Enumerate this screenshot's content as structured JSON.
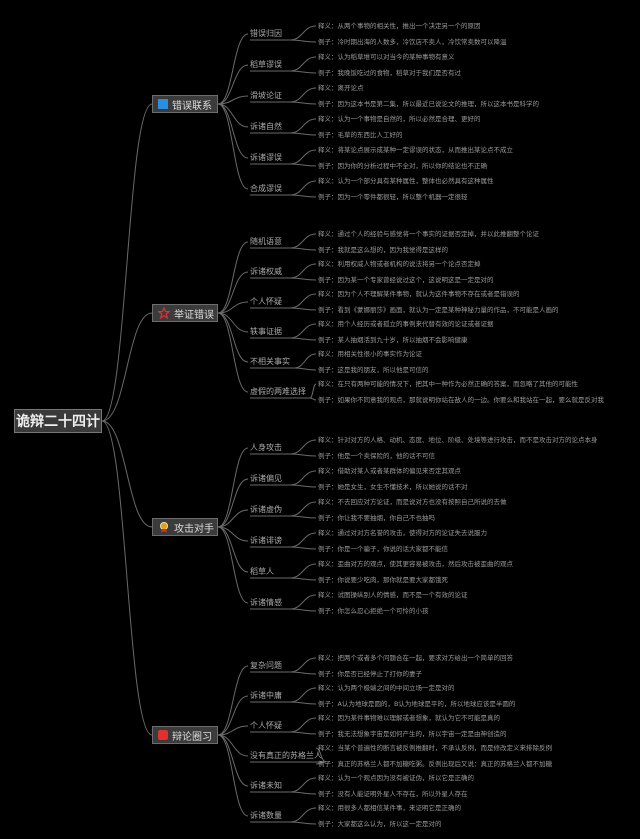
{
  "root": "诡辩二十四计",
  "branches": [
    {
      "label": "错误联系",
      "icon": "blue-square-icon",
      "subs": [
        {
          "label": "错误归因",
          "leaves": [
            "释义：从两个事物的相关性，推出一个决定另一个的原因",
            "例子：冷时期出海的人数多，冷饮店不卖人，冷饮常卖数可以降温"
          ]
        },
        {
          "label": "稻草谬误",
          "leaves": [
            "释义：认为稻草堆可以对当今的某种事物有意义",
            "例子：我晚饭吃过的食物，稻草对于我们是否有过"
          ]
        },
        {
          "label": "滑坡论证",
          "leaves": [
            "释义：离开论点",
            "例子：因为这本书是第二集，所以最近已说论文的推理，所以这本书是科学的"
          ]
        },
        {
          "label": "诉诸自然",
          "leaves": [
            "释义：认为一个事物是自然的，所以必然是合理、更好的",
            "例子：毛草的东西比人工好的"
          ]
        },
        {
          "label": "诉诸谬误",
          "leaves": [
            "释义：将某论点展示成某种一定谬误的状态，从而推出某论点不成立",
            "例子：因为你的分析过程中不全对，所以你的结论也不正确"
          ]
        },
        {
          "label": "合成谬误",
          "leaves": [
            "释义：认为一个部分具有某种属性，整体也必然具有这种属性",
            "例子：因为一个零件都很轻，所以整个机器一定很轻"
          ]
        }
      ]
    },
    {
      "label": "举证错误",
      "icon": "red-star-icon",
      "subs": [
        {
          "label": "随机语意",
          "leaves": [
            "释义：通过个人的经验与感觉将一个事实的证据否定掉，并以此推翻整个论证",
            "例子：我就是这么想的，因为我觉得是这样的"
          ]
        },
        {
          "label": "诉诸权威",
          "leaves": [
            "释义：利用权威人物或者机构的说法将另一个论点否定掉",
            "例子：因为某一个专家曾经说过这个，这说明这是一定是对的"
          ]
        },
        {
          "label": "个人怀疑",
          "leaves": [
            "释义：因为个人不理解某件事物，就认为这件事物不存在或者是错误的",
            "例子：看到《蒙娜丽莎》画面，就认为一定是某种神秘力量的作品，不可能是人画的"
          ]
        },
        {
          "label": "轶事证据",
          "leaves": [
            "释义：用个人经历或者孤立的事例来代替有效的论证或者证据",
            "例子：某人抽烟活到九十岁，所以抽烟不会影响健康"
          ]
        },
        {
          "label": "不相关事实",
          "leaves": [
            "释义：用相关性很小的事实作为论证",
            "例子：这是我的朋友，所以他是可信的"
          ]
        },
        {
          "label": "虚假的两难选择",
          "leaves": [
            "释义：在只有两种可能的情况下，把其中一种作为必然正确的答案，而忽略了其他的可能性",
            "例子：如果你不同意我的观点，那就说明你站在敌人的一边。你要么和我站在一起，要么就是反对我"
          ]
        }
      ]
    },
    {
      "label": "攻击对手",
      "icon": "medal-icon",
      "subs": [
        {
          "label": "人身攻击",
          "leaves": [
            "释义：针对对方的人格、动机、态度、地位、阶级、处境等进行攻击，而不是攻击对方的论点本身",
            "例子：他是一个卖保险的，他的话不可信"
          ]
        },
        {
          "label": "诉诸偏见",
          "leaves": [
            "释义：借助对某人或者某群体的偏见来否定其观点",
            "例子：她是女生，女生不懂技术，所以她说的话不对"
          ]
        },
        {
          "label": "诉诸虚伪",
          "leaves": [
            "释义：不去回应对方论证，而是说对方也没有按照自己所说的去做",
            "例子：你让我不要抽烟，你自己不也抽吗"
          ]
        },
        {
          "label": "诉诸诽谤",
          "leaves": [
            "释义：通过对对方名誉的攻击，使得对方的论证失去说服力",
            "例子：你是一个骗子，你说的话大家都不能信"
          ]
        },
        {
          "label": "稻草人",
          "leaves": [
            "释义：歪曲对方的观点，使其更容易被攻击，然后攻击被歪曲的观点",
            "例子：你说要少吃肉，那你就是要大家都饿死"
          ]
        },
        {
          "label": "诉诸情感",
          "leaves": [
            "释义：试图操纵别人的情感，而不是一个有效的论证",
            "例子：你怎么忍心拒绝一个可怜的小孩"
          ]
        }
      ]
    },
    {
      "label": "辩论圈习",
      "icon": "red-pin-icon",
      "subs": [
        {
          "label": "复杂问题",
          "leaves": [
            "释义：把两个或者多个问题合在一起，要求对方给出一个简单的回答",
            "例子：你是否已经停止了打你的妻子"
          ]
        },
        {
          "label": "诉诸中庸",
          "leaves": [
            "释义：认为两个极端之间的中间立场一定是对的",
            "例子：A认为地球是圆的，B认为地球是平的，所以地球应该是半圆的"
          ]
        },
        {
          "label": "个人怀疑",
          "leaves": [
            "释义：因为某件事物难以理解或者想象，就认为它不可能是真的",
            "例子：我无法想象宇宙是如何产生的，所以宇宙一定是由神创造的"
          ]
        },
        {
          "label": "没有真正的苏格兰人",
          "leaves": [
            "释义：当某个普遍性的断言被反例推翻时，不承认反例，而是修改定义来排除反例",
            "例子：真正的苏格兰人都不加糖吃粥。反例出现后又说：真正的苏格兰人都不加糖"
          ]
        },
        {
          "label": "诉诸未知",
          "leaves": [
            "释义：认为一个观点因为没有被证伪，所以它是正确的",
            "例子：没有人能证明外星人不存在，所以外星人存在"
          ]
        },
        {
          "label": "诉诸数量",
          "leaves": [
            "释义：用很多人都相信某件事，来证明它是正确的",
            "例子：大家都这么认为，所以这一定是对的"
          ]
        }
      ]
    }
  ]
}
